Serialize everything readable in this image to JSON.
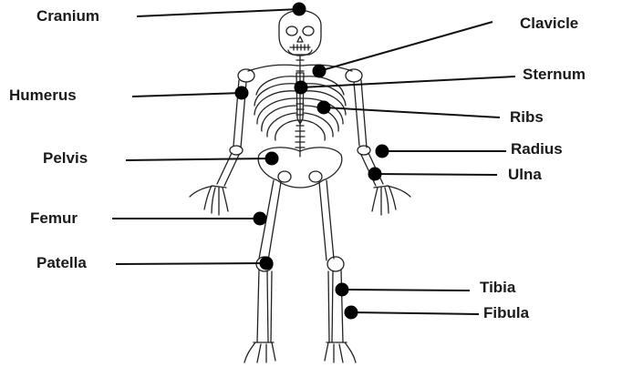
{
  "diagram": {
    "labels": {
      "cranium": "Cranium",
      "clavicle": "Clavicle",
      "humerus": "Humerus",
      "sternum": "Sternum",
      "ribs": "Ribs",
      "pelvis": "Pelvis",
      "radius": "Radius",
      "ulna": "Ulna",
      "femur": "Femur",
      "patella": "Patella",
      "tibia": "Tibia",
      "fibula": "Fibula"
    }
  }
}
